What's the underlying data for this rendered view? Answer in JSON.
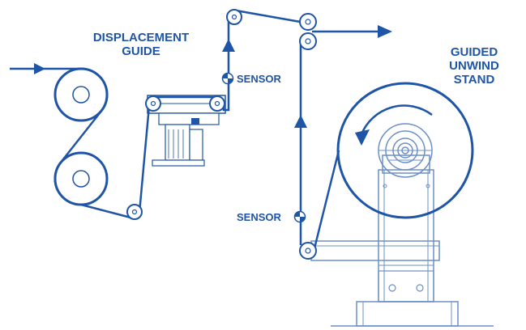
{
  "labels": {
    "displacement_guide": [
      "DISPLACEMENT",
      "GUIDE"
    ],
    "guided_unwind_stand": [
      "GUIDED",
      "UNWIND",
      "STAND"
    ],
    "sensor_upper": "SENSOR",
    "sensor_lower": "SENSOR"
  },
  "colors": {
    "web_line": "#1f55a6",
    "machine_line": "#6c8fc9",
    "roller_fill": "#ffffff",
    "sensor_fill": "#1f55a6"
  }
}
